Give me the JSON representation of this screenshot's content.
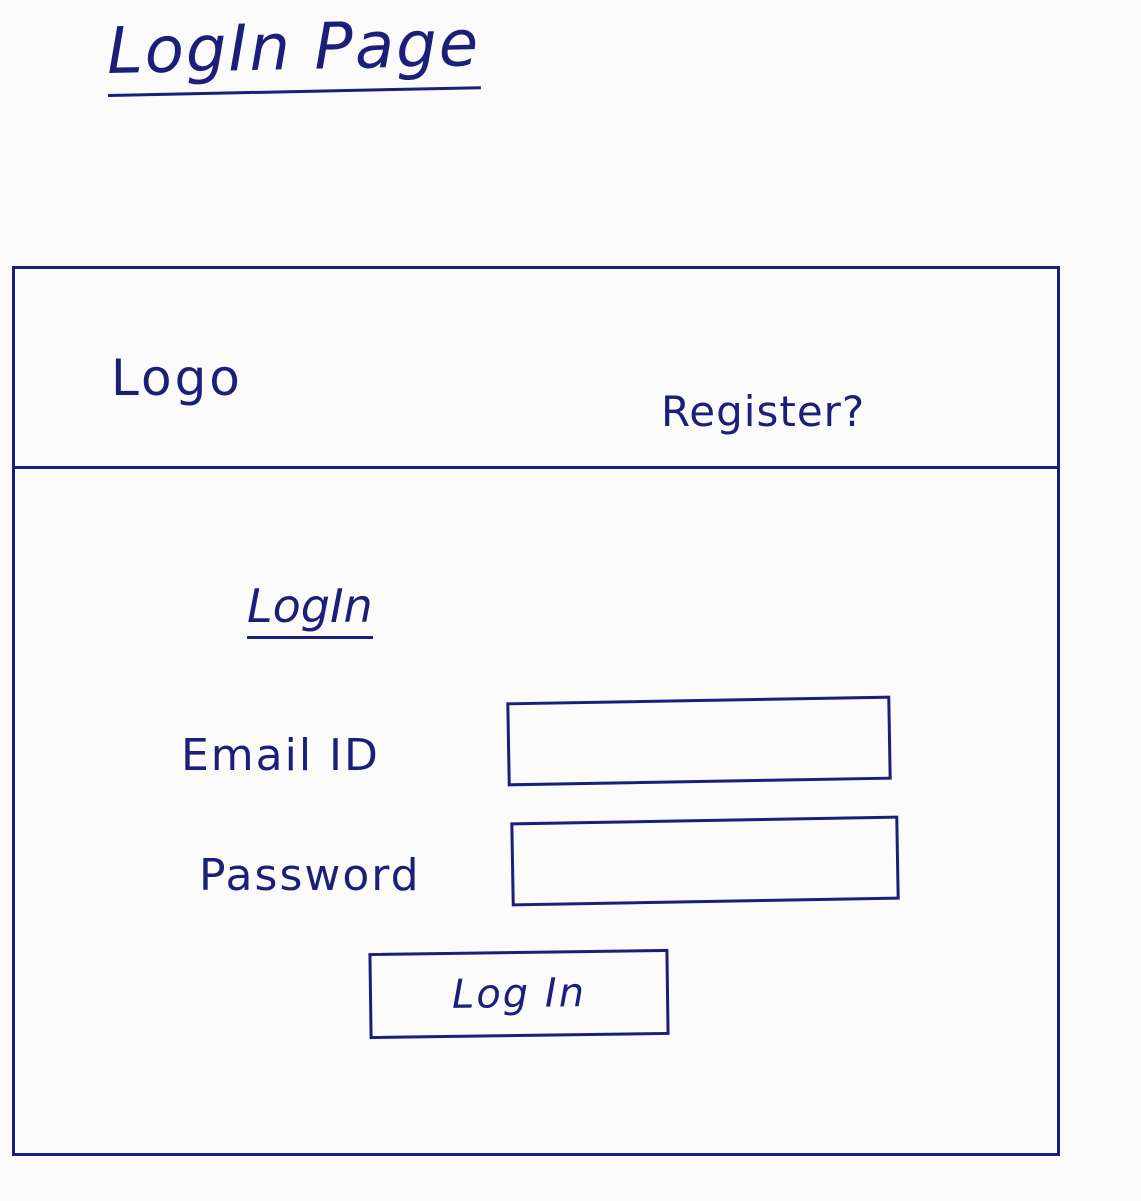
{
  "page": {
    "title": "LogIn Page"
  },
  "header": {
    "logo_text": "Logo",
    "register_link": "Register?"
  },
  "login_form": {
    "heading": "LogIn",
    "email_label": "Email ID",
    "email_value": "",
    "password_label": "Password",
    "password_value": "",
    "submit_label": "Log In"
  },
  "colors": {
    "ink": "#1c1f7a",
    "paper": "#fbfbfc"
  }
}
